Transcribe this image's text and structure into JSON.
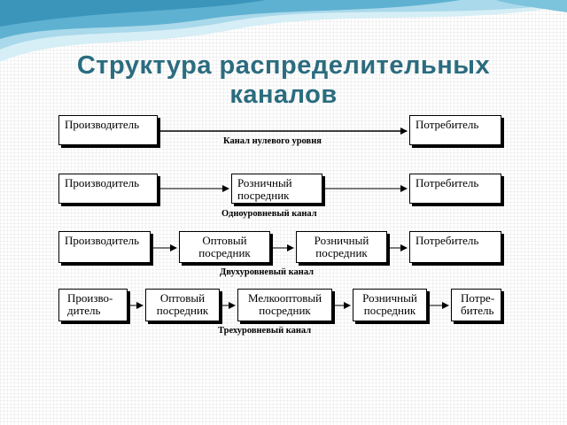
{
  "title": {
    "line1": "Структура распределительных",
    "line2": "каналов"
  },
  "channels": [
    {
      "nodes": [
        "Производитель",
        "Потребитель"
      ],
      "caption": "Канал нулевого уровня"
    },
    {
      "nodes": [
        "Производитель",
        "Розничный посредник",
        "Потребитель"
      ],
      "caption": "Одноуровневый канал"
    },
    {
      "nodes": [
        "Производитель",
        "Оптовый посредник",
        "Розничный посредник",
        "Потребитель"
      ],
      "caption": "Двухуровневый канал"
    },
    {
      "nodes": [
        "Произво-дитель",
        "Оптовый посредник",
        "Мелкооптовый посредник",
        "Розничный посредник",
        "Потре-битель"
      ],
      "caption": "Трехуровневый канал"
    }
  ],
  "colors": {
    "title": "#2b6c7f",
    "wave_dark": "#4aa3c6",
    "wave_light": "#bfe4f1"
  }
}
